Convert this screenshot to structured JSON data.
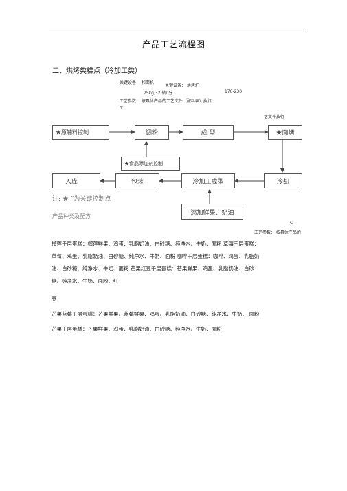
{
  "header": {
    "title": "产品工艺流程图"
  },
  "section": {
    "heading": "二、烘烤类糕点（冷加工类）"
  },
  "equipment": {
    "key_equipment_1": "关键设备：  和面机",
    "key_equipment_2": "关键设备：  烘烤炉",
    "spec_1": "75kg,32 转/ 分",
    "spec_2": "170-230",
    "process_params": "工艺参数：  按具体产品的工艺文件（配料表）执行",
    "t_mark": "T",
    "doc_exec": "艺文件执行"
  },
  "flow": {
    "raw_material": "★原辅料控制",
    "mixing": "调粉",
    "forming": "成  型",
    "baking": "★面烤",
    "additive": "★食品添加剂控制",
    "storage": "入库",
    "packaging": "包装",
    "cold_forming": "冷加工成型",
    "cooling": "冷却",
    "add_fruit": "添加鲜果、奶油"
  },
  "notes": {
    "note": "注:    ★ ”为关键控制点",
    "product_types": "产品种类及配方",
    "c_mark": "C",
    "process_params_2": "工艺参数：  按具体产品的"
  },
  "recipes": {
    "line1": "榴莲千层蛋糕：榴莲鲜果、鸡蛋、乳脂奶油、白砂糖、纯净水、牛奶、面粉  草莓千层蛋糕：",
    "line2": "草莓、鸡蛋、乳脂奶油、白砂糖、纯净水、牛奶、面粉  咖啡千层蛋糕：咖啡、鸡蛋、乳脂奶",
    "line3": "油、白砂糖、纯净水、牛奶、面粉  芒果红豆千层蛋糕：芒果鲜果、鸡蛋、乳脂奶油、白砂",
    "line4": "糖、纯净水、牛奶、面粉、红",
    "line5": "豆",
    "line6": "芒果蓝莓千层蛋糕：芒果鲜果、蓝莓鲜果、鸡蛋、乳脂奶油、白砂糖、纯净水、牛奶、  面粉",
    "line7": "芒果千层蛋糕：芒果鲜果、鸡蛋、乳脂奶油、白砂糖、纯净水、牛奶、面粉"
  }
}
